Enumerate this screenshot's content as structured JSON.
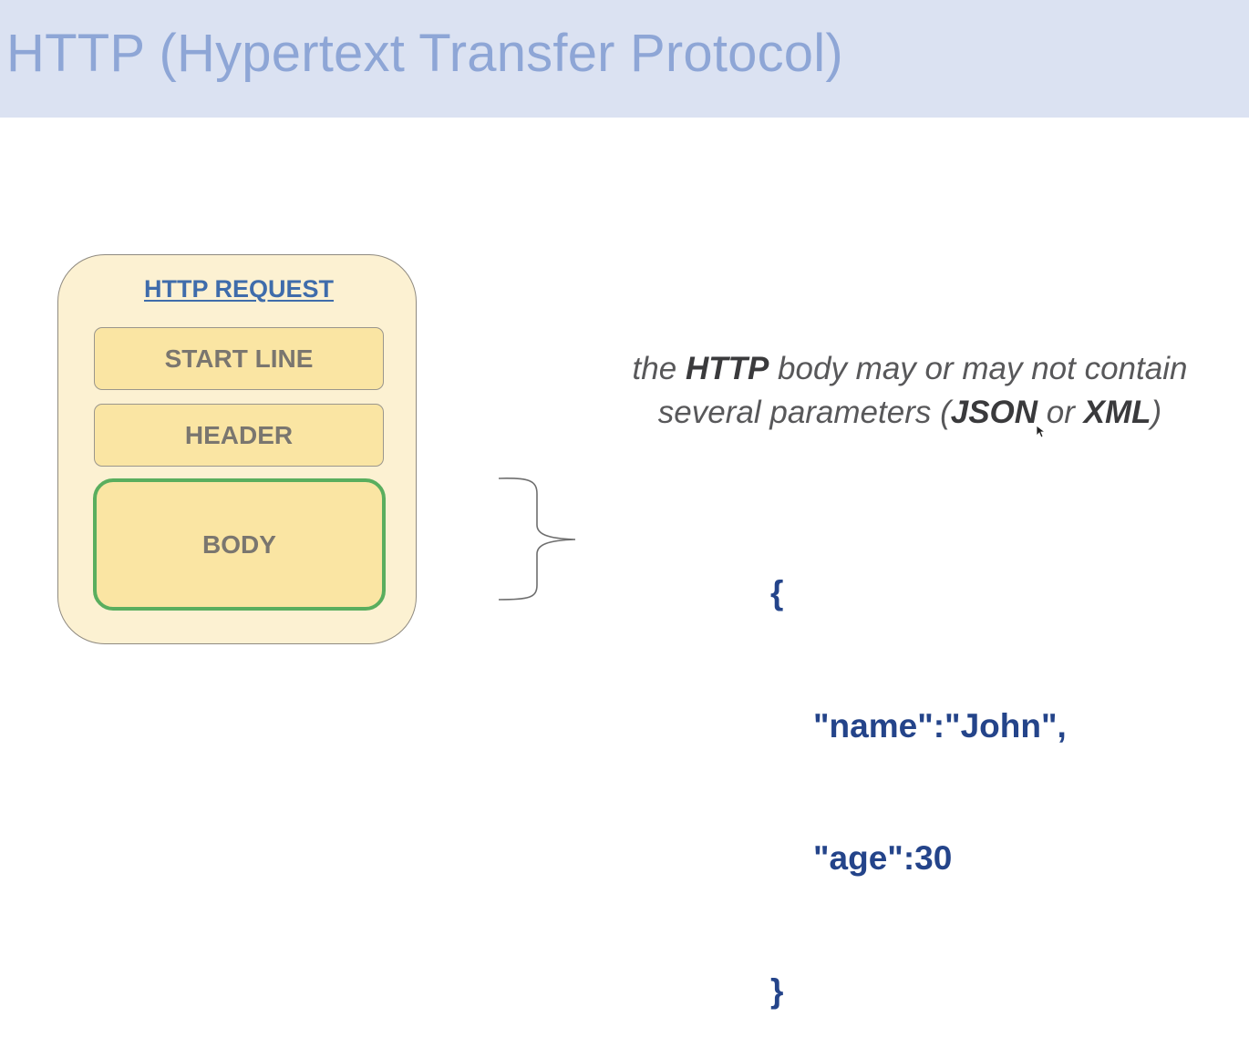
{
  "slide": {
    "title": "HTTP (Hypertext Transfer Protocol)"
  },
  "request": {
    "title": "HTTP REQUEST",
    "sections": [
      "START LINE",
      "HEADER",
      "BODY"
    ]
  },
  "description": {
    "prefix": "the ",
    "http": "HTTP",
    "middle1": " body may or may not contain",
    "line2_prefix": "several parameters (",
    "json": "JSON",
    "or": " or ",
    "xml": "XML",
    "suffix": ")"
  },
  "json_example": {
    "open": "{",
    "line1": "\"name\":\"John\",",
    "line2": "\"age\":30",
    "close": "}"
  },
  "colors": {
    "title_bar": "#dbe2f2",
    "title_text": "#8ea6d6",
    "box_fill": "#fcf1d2",
    "section_fill": "#fae5a3",
    "body_border": "#5aae5e",
    "json_text": "#24448a"
  }
}
